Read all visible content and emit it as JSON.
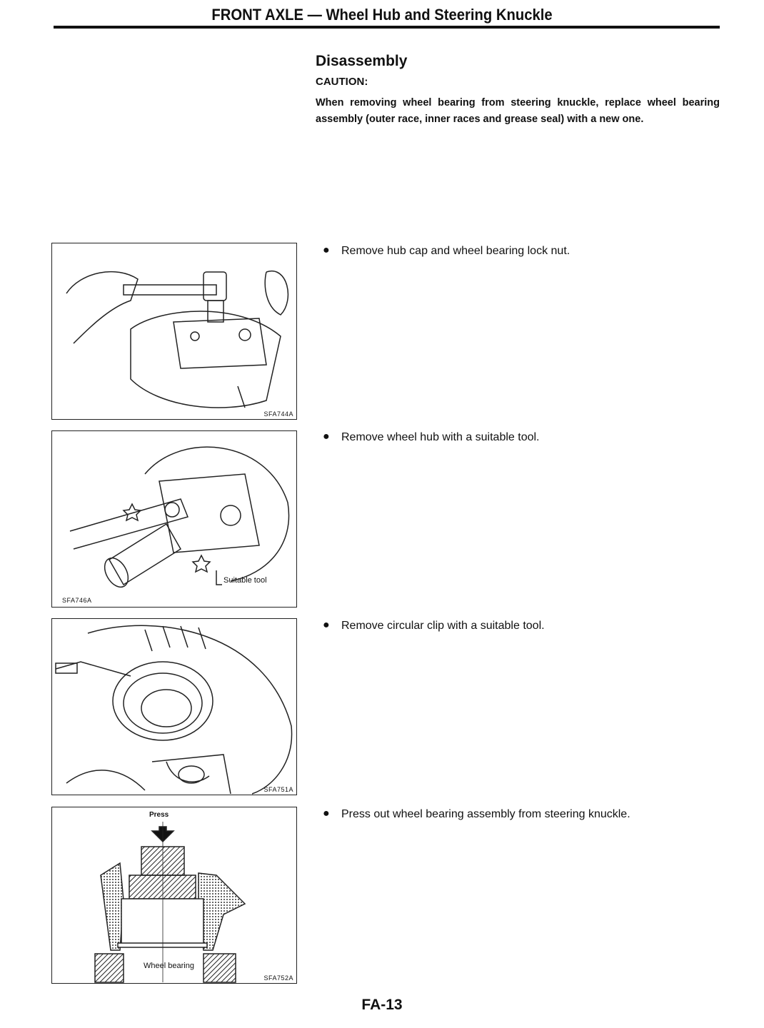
{
  "header": {
    "title": "FRONT AXLE — Wheel Hub and Steering Knuckle"
  },
  "section": {
    "heading": "Disassembly",
    "caution_label": "CAUTION:",
    "caution_text": "When removing wheel bearing from steering knuckle, replace wheel bearing assembly (outer race, inner races and grease seal) with a new one."
  },
  "steps": [
    {
      "text": "Remove hub cap and wheel bearing lock nut.",
      "figure_code": "SFA744A"
    },
    {
      "text": "Remove wheel hub with a suitable tool.",
      "figure_code": "SFA746A",
      "figure_label": "Suitable tool"
    },
    {
      "text": "Remove circular clip with a suitable tool.",
      "figure_code": "SFA751A"
    },
    {
      "text": "Press out wheel bearing assembly from steering knuckle.",
      "figure_code": "SFA752A",
      "figure_label_top": "Press",
      "figure_label": "Wheel bearing"
    }
  ],
  "footer": {
    "page_number": "FA-13"
  }
}
